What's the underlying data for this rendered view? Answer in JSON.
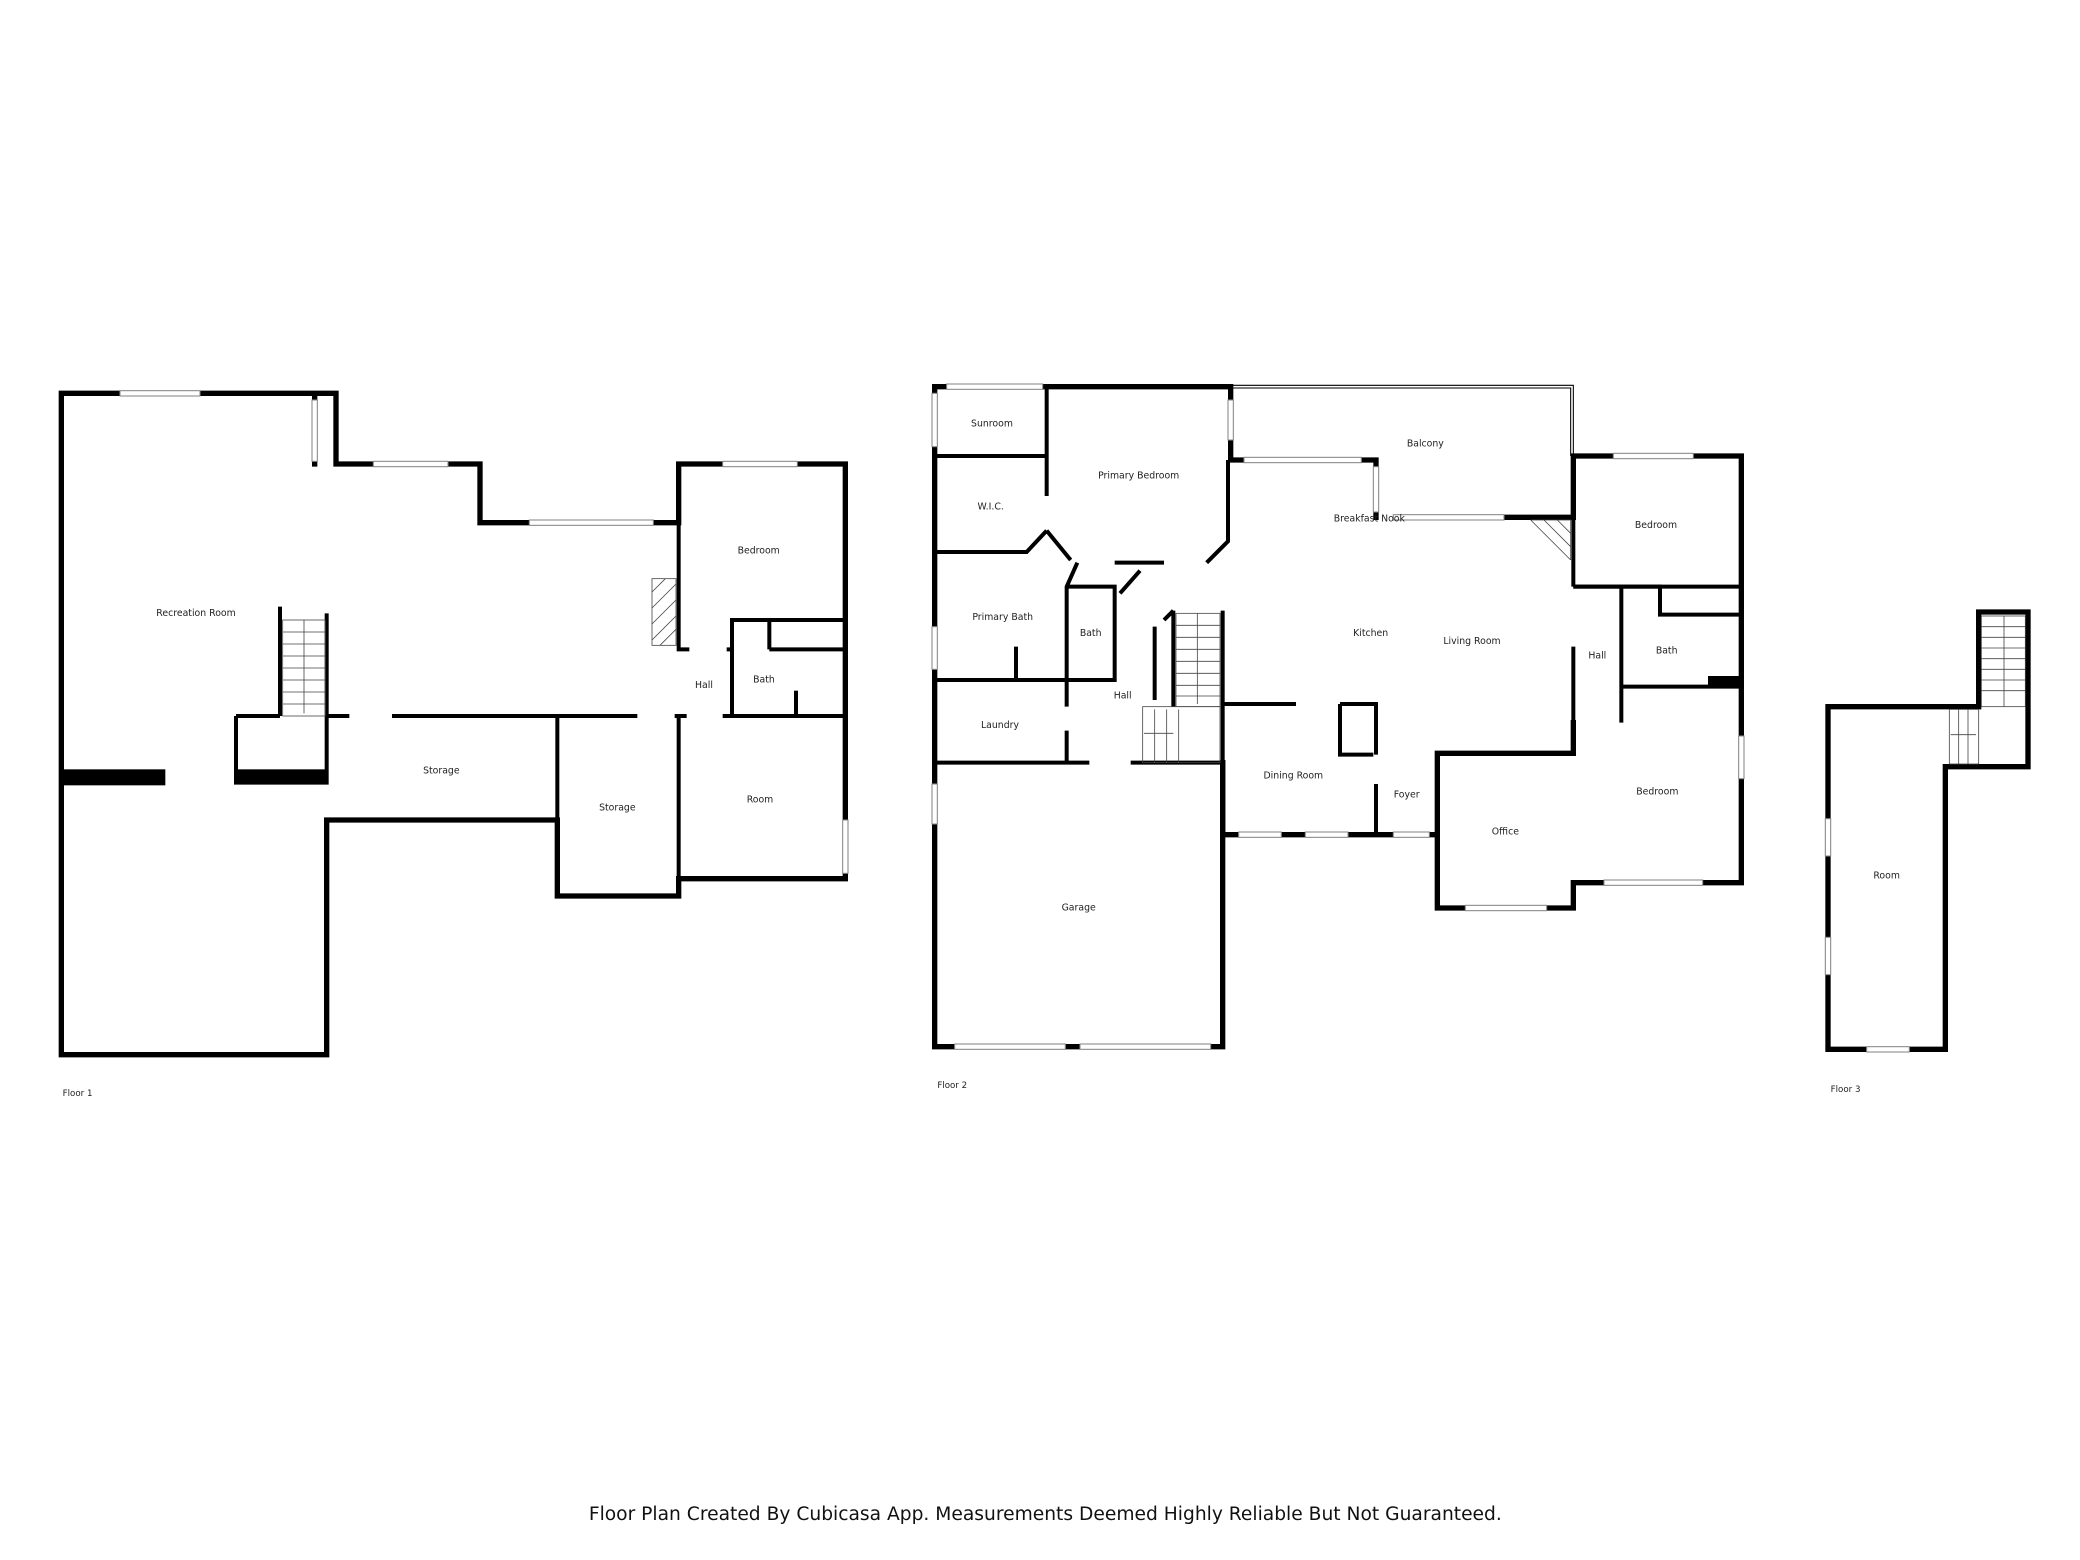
{
  "floors": [
    {
      "name": "Floor 1",
      "rooms": [
        "Recreation Room",
        "Bedroom",
        "Hall",
        "Bath",
        "Storage",
        "Storage",
        "Room"
      ]
    },
    {
      "name": "Floor 2",
      "rooms": [
        "Sunroom",
        "Primary Bedroom",
        "Balcony",
        "W.I.C.",
        "Breakfast Nook",
        "Bedroom",
        "Primary Bath",
        "Bath",
        "Kitchen",
        "Living Room",
        "Hall",
        "Bath",
        "Hall",
        "Laundry",
        "Dining Room",
        "Foyer",
        "Office",
        "Bedroom",
        "Garage"
      ]
    },
    {
      "name": "Floor 3",
      "rooms": [
        "Room"
      ]
    }
  ],
  "footer": "Floor Plan Created By Cubicasa App. Measurements Deemed Highly Reliable But Not Guaranteed."
}
